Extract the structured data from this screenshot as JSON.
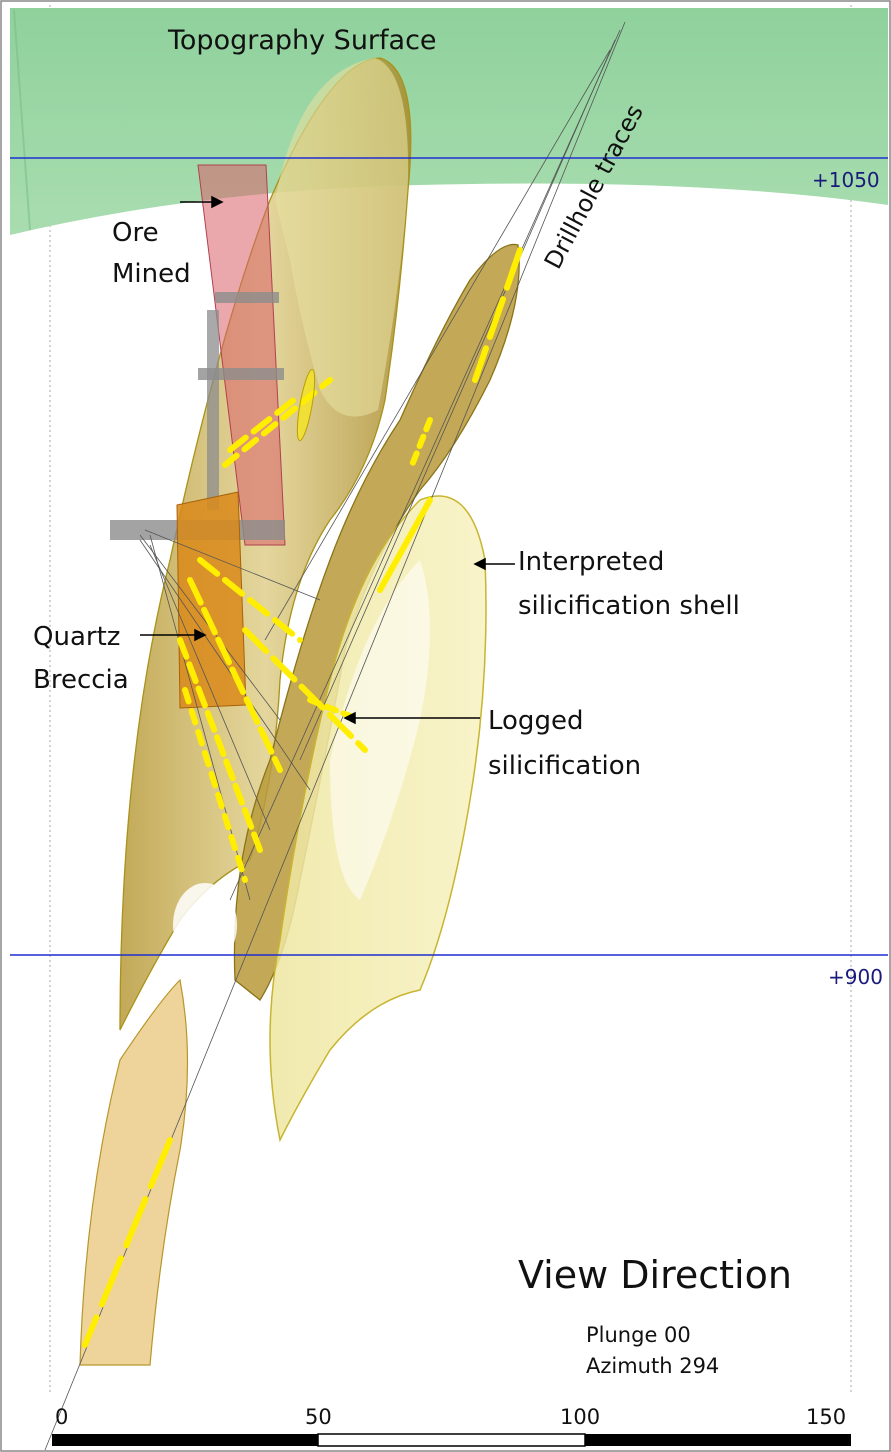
{
  "labels": {
    "topography": "Topography Surface",
    "drillholes": "Drillhole traces",
    "ore_mined_line1": "Ore",
    "ore_mined_line2": "Mined",
    "quartz_line1": "Quartz",
    "quartz_line2": "Breccia",
    "interpreted_line1": "Interpreted",
    "interpreted_line2": "silicification shell",
    "logged_line1": "Logged",
    "logged_line2": "silicification"
  },
  "elevations": [
    "+1050",
    "+900"
  ],
  "scale_ticks": [
    "0",
    "50",
    "100",
    "150"
  ],
  "view": {
    "title": "View Direction",
    "plunge": "Plunge 00",
    "azimuth": "Azimuth 294"
  },
  "colors": {
    "topography": "#9fd9a8",
    "shell": "#c9b05a",
    "shell_light": "#f2eea0",
    "quartz_breccia": "#d98a1a",
    "ore_mined": "#d9606a",
    "logged_silicification": "#ffee00",
    "elevation_line": "#1f2fd0"
  }
}
